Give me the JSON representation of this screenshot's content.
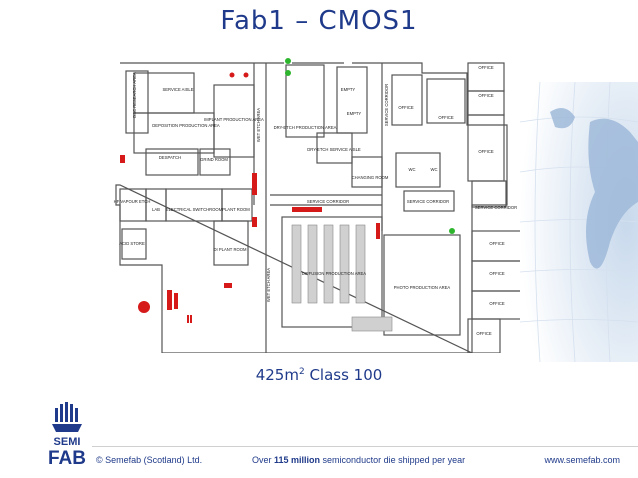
{
  "slide": {
    "title": "Fab1 – CMOS1",
    "caption_prefix": "425m",
    "caption_sup": "2",
    "caption_suffix": " Class 100"
  },
  "footer": {
    "copyright": "© Semefab (Scotland) Ltd.",
    "tagline_a": "Over ",
    "tagline_b": "115 million",
    "tagline_c": " semiconductor die shipped per year",
    "website": "www.semefab.com"
  },
  "logo": {
    "line1": "SEMI",
    "line2": "FAB"
  },
  "colors": {
    "title": "#1f3a8a",
    "wall": "#555555",
    "marker_red": "#d61a1a",
    "marker_green": "#2db52d",
    "accent": "#1f3a8a"
  },
  "floorplan": {
    "labels": {
      "office1": "OFFICE",
      "office2": "OFFICE",
      "office3": "OFFICE",
      "office4": "OFFICE",
      "office5": "OFFICE",
      "office6": "OFFICE",
      "office7": "OFFICE",
      "office8": "OFFICE",
      "office9": "OFFICE",
      "service_aisle": "SERVICE AISLE",
      "deposition": "DEPOSITION PRODUCTION AREA",
      "implant": "IMPLANT PRODUCTION AREA",
      "dry_etch": "DRY-ETCH PRODUCTION AREA",
      "dry_etch_aisle": "DRY-ETCH SERVICE AISLE",
      "empty1": "EMPTY",
      "empty2": "EMPTY",
      "changing": "CHANGING ROOM",
      "service_corridor_v": "SERVICE CORRIDOR",
      "service_corridor": "SERVICE CORRIDOR",
      "service_corridor2": "SERVICE CORRIDOR",
      "service_corridor3": "SERVICE CORRIDOR",
      "despatch": "DESPATCH",
      "grind": "GRIND ROOM",
      "wet_etch1": "WET ETCH AREA",
      "wet_etch2": "WET ETCH AREA",
      "hf_vapour": "HF VAPOUR ETCH",
      "lab": "LAB",
      "electrical": "ELECTRICAL SWITCHROOM",
      "plant_room": "PLANT ROOM",
      "di_plant": "DI PLANT ROOM",
      "acid_store": "ACID STORE",
      "diffusion": "DIFFUSION PRODUCTION AREA",
      "photo": "PHOTO PRODUCTION AREA",
      "wc1": "WC",
      "wc2": "WC",
      "dsc": "DSC RESEARCH AREA"
    }
  }
}
